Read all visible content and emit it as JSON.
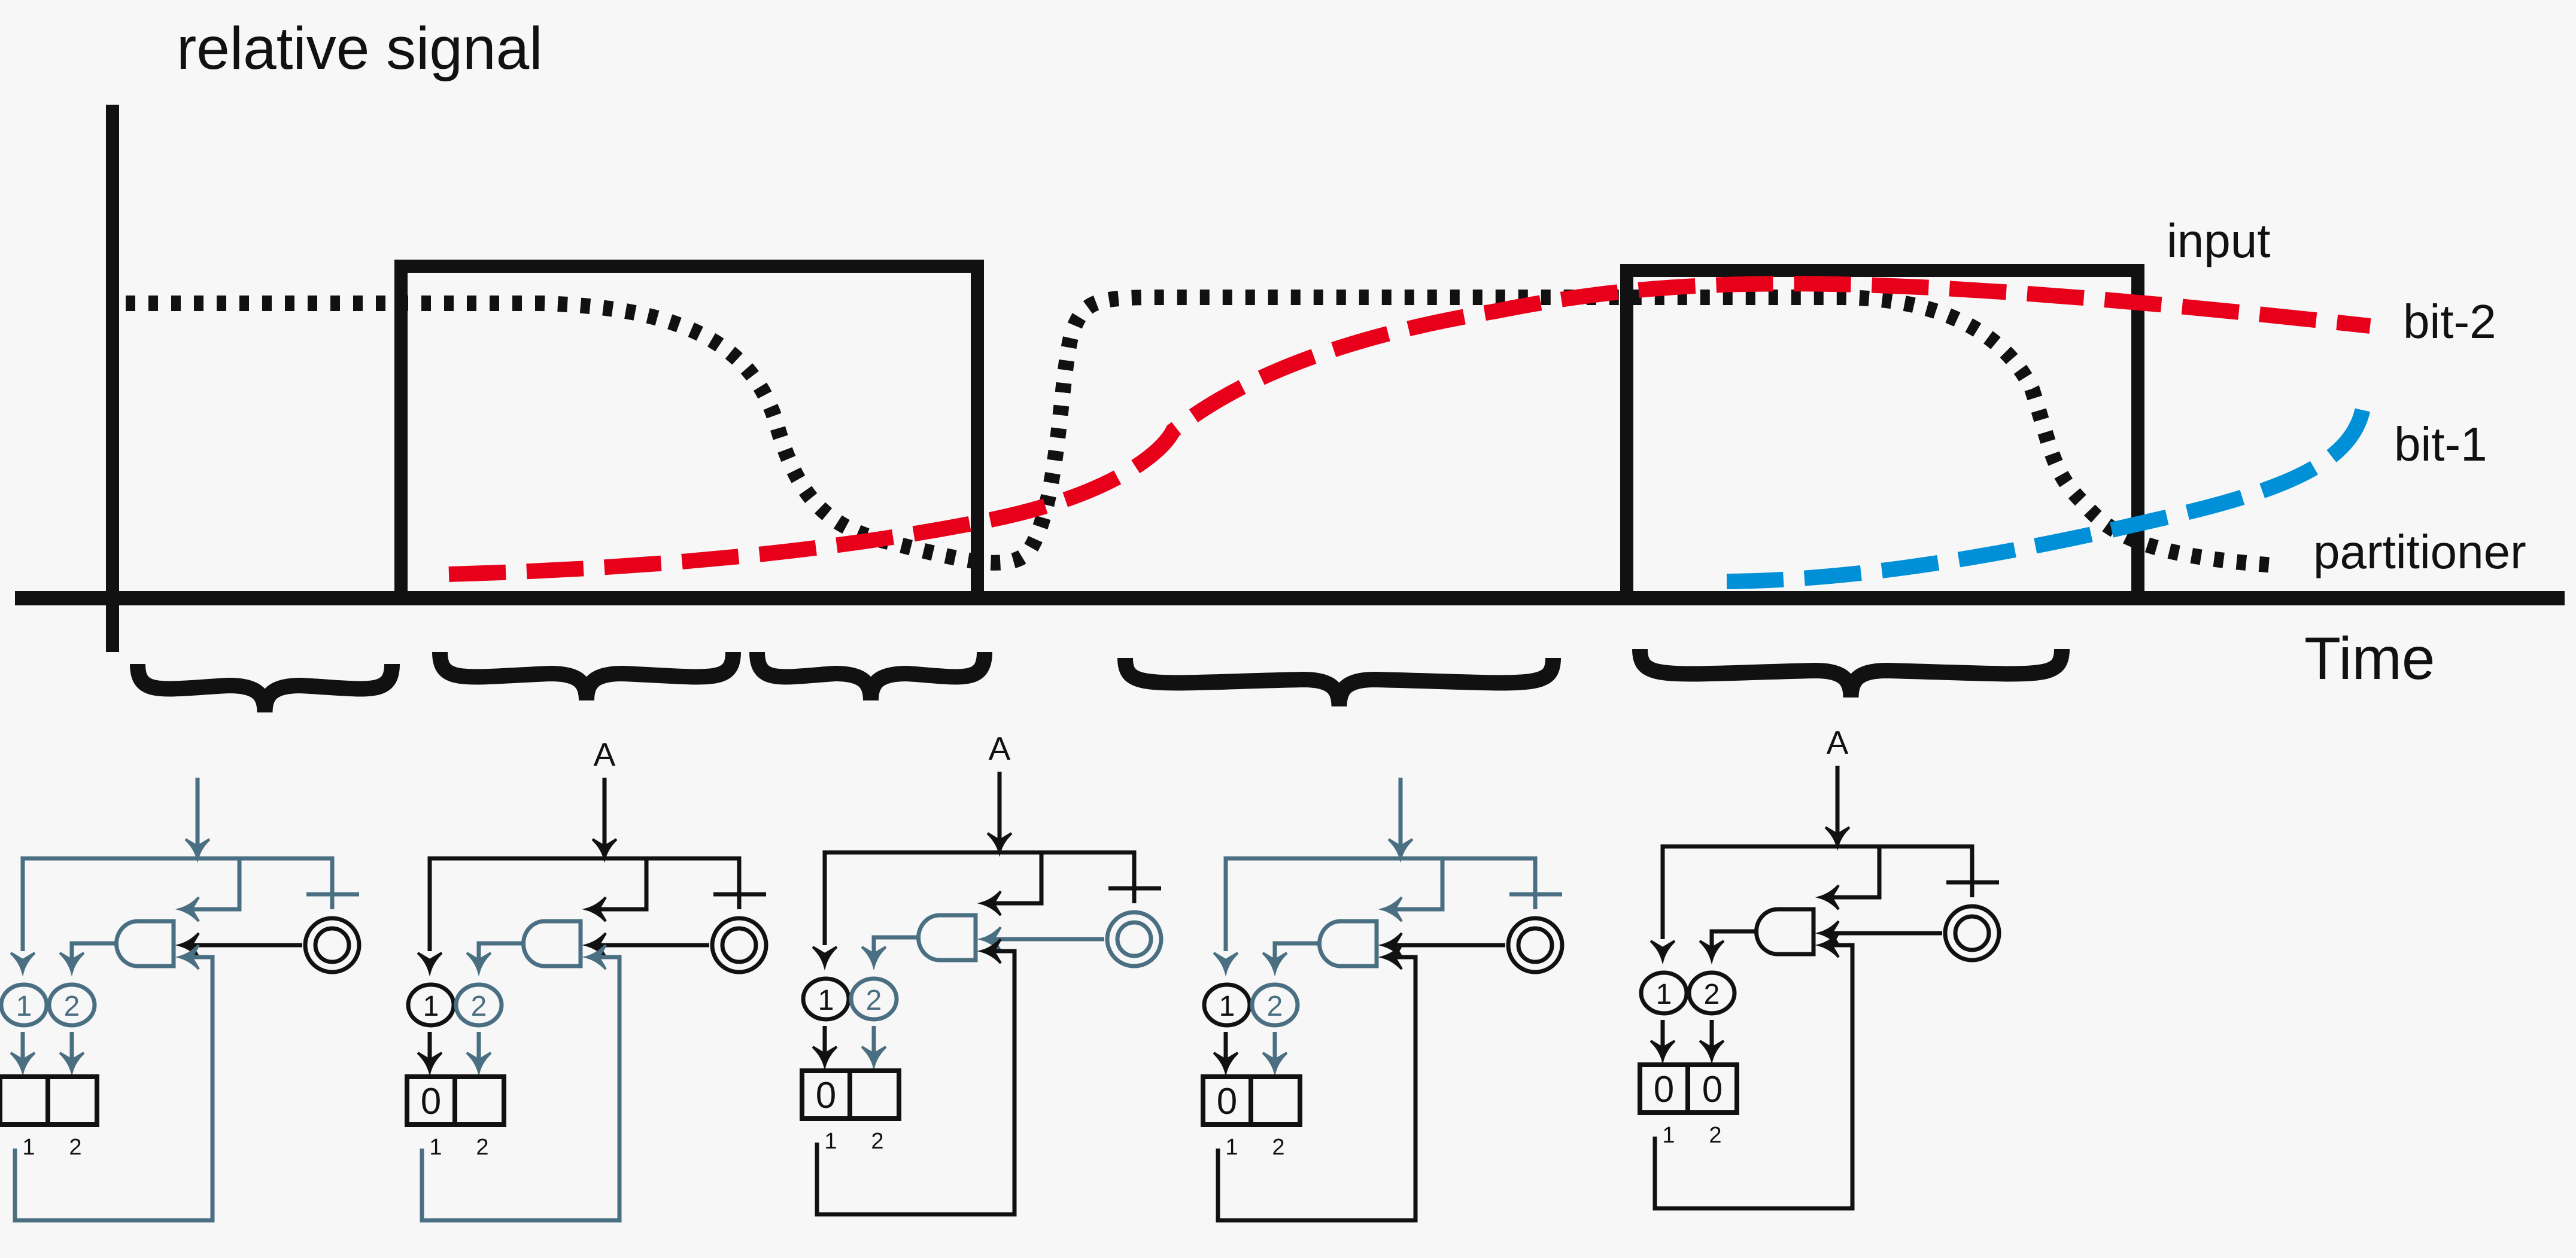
{
  "chart": {
    "y_axis_label": "relative signal",
    "x_axis_label": "Time",
    "series": [
      {
        "name": "input",
        "style": "solid-pulse",
        "color": "#111111"
      },
      {
        "name": "bit-2",
        "style": "dashed",
        "color": "#e8001a"
      },
      {
        "name": "bit-1",
        "style": "dashed",
        "color": "#0090d8"
      },
      {
        "name": "partitioner",
        "style": "dotted",
        "color": "#111111"
      }
    ],
    "pulses": 2,
    "braces": 5
  },
  "colors": {
    "active": "#111111",
    "inactive": "#4a6f82",
    "background": "#f7f7f7",
    "bit2": "#e8001a",
    "bit1": "#0090d8"
  },
  "circuits": [
    {
      "input_label": "",
      "node1": "1",
      "node2": "2",
      "cell1": "",
      "cell2": "",
      "idx1": "1",
      "idx2": "2",
      "top_active": false,
      "node1_active": false,
      "node2_active": false,
      "gate_active": false,
      "osc_active": true,
      "feedback_active": false
    },
    {
      "input_label": "A",
      "node1": "1",
      "node2": "2",
      "cell1": "0",
      "cell2": "",
      "idx1": "1",
      "idx2": "2",
      "top_active": true,
      "node1_active": true,
      "node2_active": false,
      "gate_active": false,
      "osc_active": true,
      "feedback_active": false
    },
    {
      "input_label": "A",
      "node1": "1",
      "node2": "2",
      "cell1": "0",
      "cell2": "",
      "idx1": "1",
      "idx2": "2",
      "top_active": true,
      "node1_active": true,
      "node2_active": false,
      "gate_active": false,
      "osc_active": false,
      "feedback_active": true
    },
    {
      "input_label": "",
      "node1": "1",
      "node2": "2",
      "cell1": "0",
      "cell2": "",
      "idx1": "1",
      "idx2": "2",
      "top_active": false,
      "node1_active": true,
      "node2_active": false,
      "gate_active": false,
      "osc_active": true,
      "feedback_active": true
    },
    {
      "input_label": "A",
      "node1": "1",
      "node2": "2",
      "cell1": "0",
      "cell2": "0",
      "idx1": "1",
      "idx2": "2",
      "top_active": true,
      "node1_active": true,
      "node2_active": true,
      "gate_active": true,
      "osc_active": true,
      "feedback_active": true
    }
  ]
}
